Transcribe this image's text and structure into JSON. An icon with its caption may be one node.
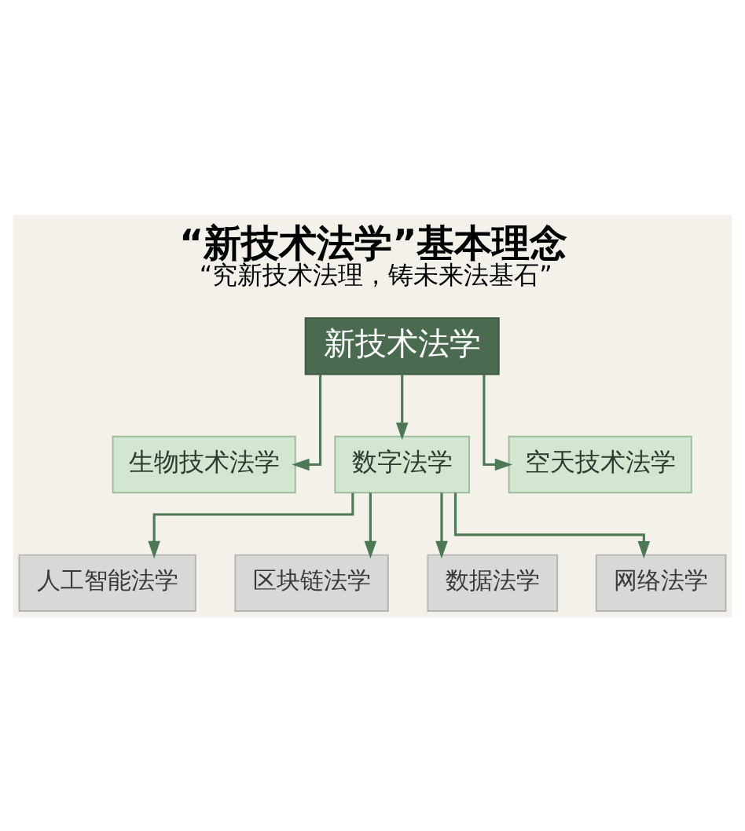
{
  "diagram": {
    "title": "“新技术法学”基本理念",
    "nodes": [
      {
        "text": [
          "新技术法学"
        ]
      },
      {
        "text": [
          "生物技术法学"
        ]
      },
      {
        "text": [
          "数字法学"
        ]
      },
      {
        "text": [
          "空天技术法学"
        ]
      },
      {
        "text": [
          "人工智能法学"
        ]
      },
      {
        "text": [
          "区块链法学"
        ]
      },
      {
        "text": [
          "数据法学"
        ]
      },
      {
        "text": [
          "网络法学"
        ]
      }
    ],
    "edges": [
      {
        "from": 0,
        "to": 1,
        "arrow": "to"
      },
      {
        "from": 0,
        "to": 2,
        "arrow": "to"
      },
      {
        "from": 0,
        "to": 3,
        "arrow": "to"
      },
      {
        "from": 2,
        "to": 4,
        "arrow": "to"
      },
      {
        "from": 2,
        "to": 5,
        "arrow": "to"
      },
      {
        "from": 2,
        "to": 6,
        "arrow": "to"
      },
      {
        "from": 2,
        "to": 7,
        "arrow": "to"
      }
    ],
    "labels": [
      "“究新技术法理，铸未来法基石”"
    ]
  }
}
